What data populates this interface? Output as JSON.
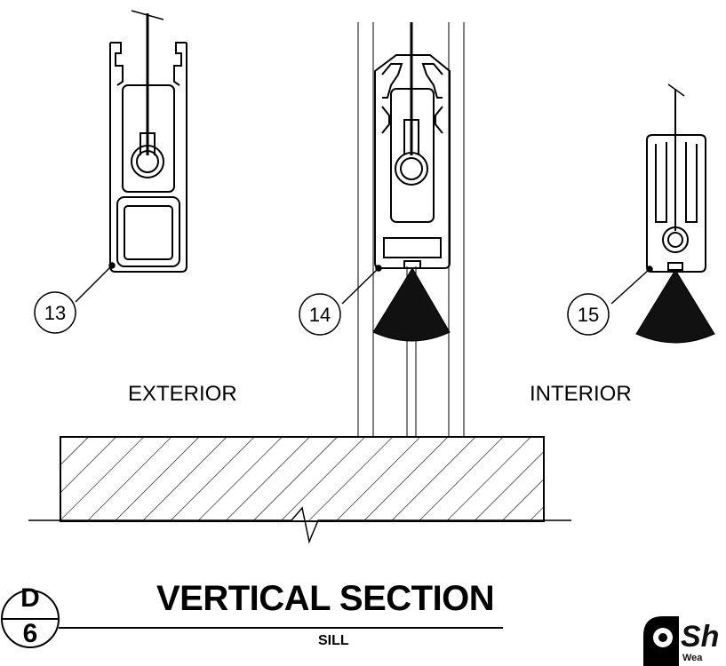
{
  "labels": {
    "exterior": "EXTERIOR",
    "interior": "INTERIOR"
  },
  "callouts": [
    {
      "number": "13"
    },
    {
      "number": "14"
    },
    {
      "number": "15"
    }
  ],
  "title_block": {
    "title": "VERTICAL SECTION",
    "subtitle": "SILL",
    "sheet_letter": "D",
    "sheet_number": "6"
  },
  "logo": {
    "text": "Sh",
    "tagline": "Wea"
  },
  "colors": {
    "line": "#000000",
    "background": "#ffffff"
  }
}
